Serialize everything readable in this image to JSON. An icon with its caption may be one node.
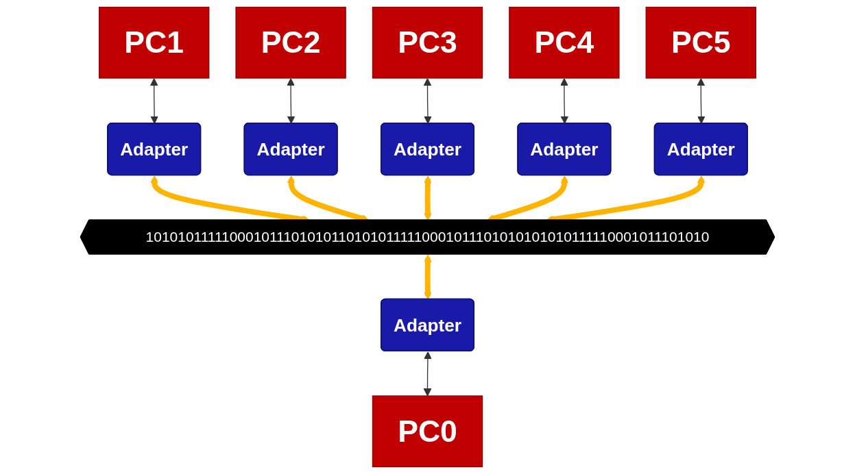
{
  "diagram": {
    "nodes": [
      {
        "text": [
          "PC1"
        ]
      },
      {
        "text": [
          "PC2"
        ]
      },
      {
        "text": [
          "PC3"
        ]
      },
      {
        "text": [
          "PC4"
        ]
      },
      {
        "text": [
          "PC5"
        ]
      },
      {
        "text": [
          "Adapter"
        ]
      },
      {
        "text": [
          "Adapter"
        ]
      },
      {
        "text": [
          "Adapter"
        ]
      },
      {
        "text": [
          "Adapter"
        ]
      },
      {
        "text": [
          "Adapter"
        ]
      },
      {
        "text": [
          "1010101111100010111010101101010111110001011101010101010111110001011101010"
        ]
      },
      {
        "text": [
          "Adapter"
        ]
      },
      {
        "text": [
          "PC0"
        ]
      }
    ],
    "edges": [
      {
        "from": 0,
        "to": 5,
        "arrow": "both"
      },
      {
        "from": 1,
        "to": 6,
        "arrow": "both"
      },
      {
        "from": 2,
        "to": 7,
        "arrow": "both"
      },
      {
        "from": 3,
        "to": 8,
        "arrow": "both"
      },
      {
        "from": 4,
        "to": 9,
        "arrow": "both"
      },
      {
        "from": 5,
        "to": 10,
        "arrow": "both",
        "style": "thick",
        "color": "#ffb400"
      },
      {
        "from": 6,
        "to": 10,
        "arrow": "both",
        "style": "thick",
        "color": "#ffb400"
      },
      {
        "from": 7,
        "to": 10,
        "arrow": "both",
        "style": "thick",
        "color": "#ffb400"
      },
      {
        "from": 8,
        "to": 10,
        "arrow": "both",
        "style": "thick",
        "color": "#ffb400"
      },
      {
        "from": 9,
        "to": 10,
        "arrow": "both",
        "style": "thick",
        "color": "#ffb400"
      },
      {
        "from": 10,
        "to": 11,
        "arrow": "both",
        "style": "thick",
        "color": "#ffb400"
      },
      {
        "from": 11,
        "to": 12,
        "arrow": "both"
      }
    ]
  }
}
